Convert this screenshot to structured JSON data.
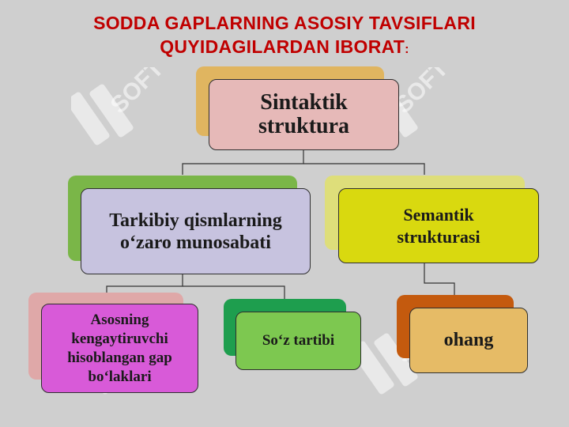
{
  "slide": {
    "title_line1": "SODDA GAPLARNING ASOSIY TAVSIFLARI",
    "title_line2": "QUYIDAGILARDAN IBORAT",
    "title_colon": ":"
  },
  "watermark": {
    "text": "SOFT"
  },
  "diagram": {
    "root": {
      "label_line1": "Sintaktik",
      "label_line2": "struktura",
      "color": "#e6b9b8"
    },
    "left": {
      "label_line1": "Tarkibiy qismlarning",
      "label_line2": "o‘zaro munosabati",
      "color": "#c7c3df"
    },
    "right": {
      "label_line1": "Semantik",
      "label_line2": "strukturasi",
      "color": "#d9d90f"
    },
    "leaf1": {
      "label_line1": "Asosning",
      "label_line2": "kengaytiruvchi",
      "label_line3": "hisoblangan gap",
      "label_line4": "bo‘laklari",
      "color": "#d85ad8"
    },
    "leaf2": {
      "label": "So‘z tartibi",
      "color": "#7dc850"
    },
    "leaf3": {
      "label": "ohang",
      "color": "#e6bb66"
    }
  }
}
